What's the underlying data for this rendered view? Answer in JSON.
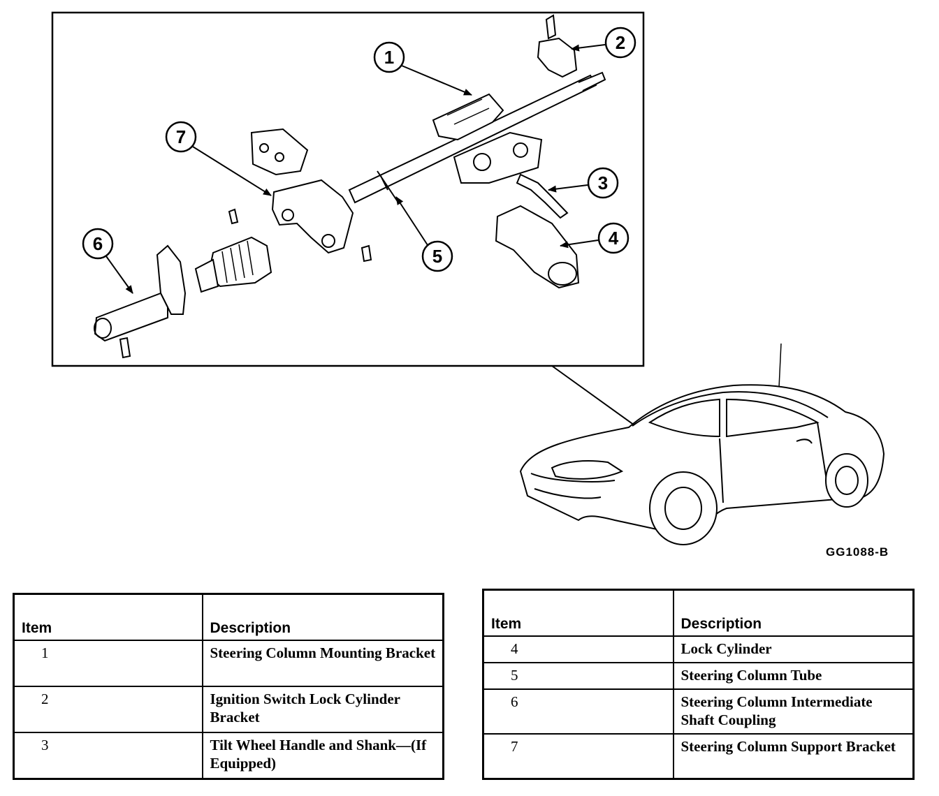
{
  "diagram": {
    "callouts": [
      "1",
      "2",
      "3",
      "4",
      "5",
      "6",
      "7"
    ],
    "figure_code": "GG1088-B"
  },
  "legend_left": {
    "headers": [
      "Item",
      "Description"
    ],
    "rows": [
      {
        "item": "1",
        "description": "Steering Column Mounting Bracket"
      },
      {
        "item": "2",
        "description": "Ignition Switch Lock Cylinder Bracket"
      },
      {
        "item": "3",
        "description": "Tilt Wheel Handle and Shank—(If Equipped)"
      }
    ]
  },
  "legend_right": {
    "headers": [
      "Item",
      "Description"
    ],
    "rows": [
      {
        "item": "4",
        "description": "Lock Cylinder"
      },
      {
        "item": "5",
        "description": "Steering Column Tube"
      },
      {
        "item": "6",
        "description": "Steering Column Intermediate Shaft Coupling"
      },
      {
        "item": "7",
        "description": "Steering Column Support Bracket"
      }
    ]
  }
}
